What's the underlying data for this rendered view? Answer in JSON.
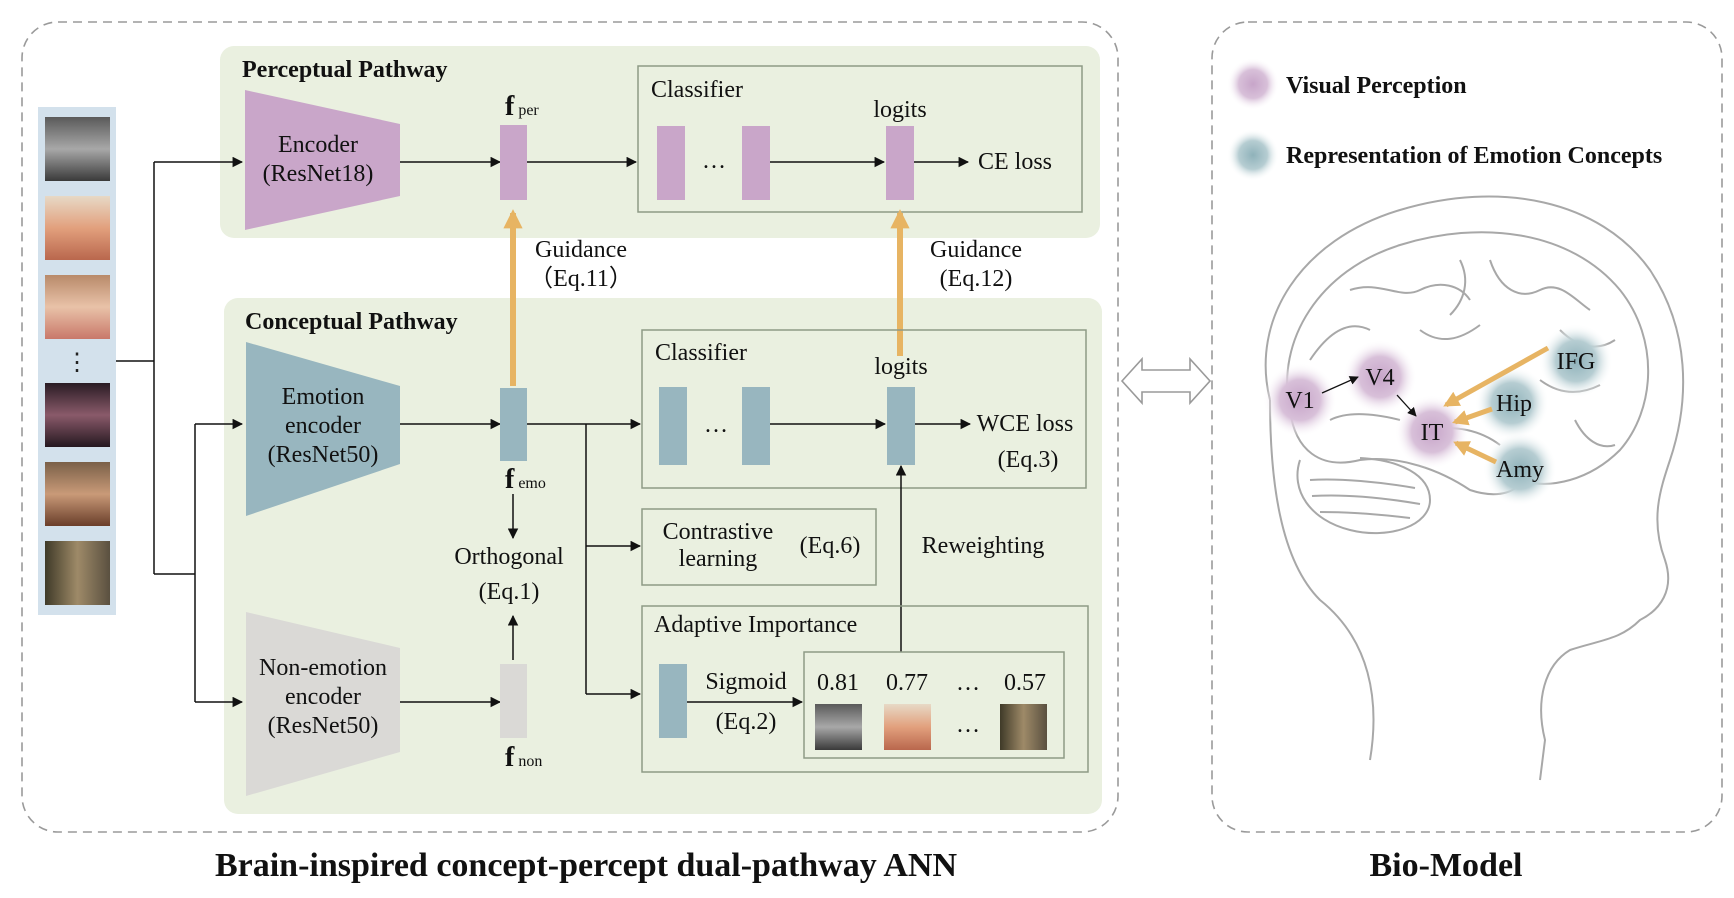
{
  "captions": {
    "left": "Brain-inspired concept-percept dual-pathway ANN",
    "right": "Bio-Model"
  },
  "perceptual": {
    "title": "Perceptual Pathway",
    "encoder_line1": "Encoder",
    "encoder_line2": "(ResNet18)",
    "feature_main": "f",
    "feature_sub": "per",
    "classifier_label": "Classifier",
    "ellipsis": "…",
    "logits_label": "logits",
    "loss": "CE loss"
  },
  "guidance_left": {
    "line1": "Guidance",
    "line2": "（Eq.11）"
  },
  "guidance_right": {
    "line1": "Guidance",
    "line2": "(Eq.12)"
  },
  "conceptual": {
    "title": "Conceptual Pathway",
    "emotion_encoder_line1": "Emotion",
    "emotion_encoder_line2": "encoder",
    "emotion_encoder_line3": "(ResNet50)",
    "feature_emo_main": "f",
    "feature_emo_sub": "emo",
    "classifier_label": "Classifier",
    "ellipsis": "…",
    "logits_label": "logits",
    "loss_line1": "WCE loss",
    "loss_line2": "(Eq.3)",
    "orthogonal_line1": "Orthogonal",
    "orthogonal_line2": "(Eq.1)",
    "contrastive_line1": "Contrastive",
    "contrastive_line2": "learning",
    "contrastive_eq": "(Eq.6)",
    "reweighting": "Reweighting",
    "adaptive_title": "Adaptive Importance",
    "sigmoid_line1": "Sigmoid",
    "sigmoid_line2": "(Eq.2)",
    "weights": [
      "0.81",
      "0.77",
      "…",
      "0.57"
    ],
    "non_emotion_line1": "Non-emotion",
    "non_emotion_line2": "encoder",
    "non_emotion_line3": "(ResNet50)",
    "feature_non_main": "f",
    "feature_non_sub": "non"
  },
  "input_strip": {
    "ellipsis": "⋮"
  },
  "biomodel": {
    "legend_visual": "Visual Perception",
    "legend_concept": "Representation of Emotion Concepts",
    "regions": [
      "V1",
      "V4",
      "IT",
      "IFG",
      "Hip",
      "Amy"
    ]
  },
  "colors": {
    "panel_green": "#eaf0e0",
    "box_border": "#8e9a86",
    "percept_purple": "#c9a6c9",
    "concept_teal": "#98b6bf",
    "non_emotion_gray": "#dad9d6",
    "guidance_orange": "#e7b463",
    "strip_blue": "#d3e1ec"
  }
}
